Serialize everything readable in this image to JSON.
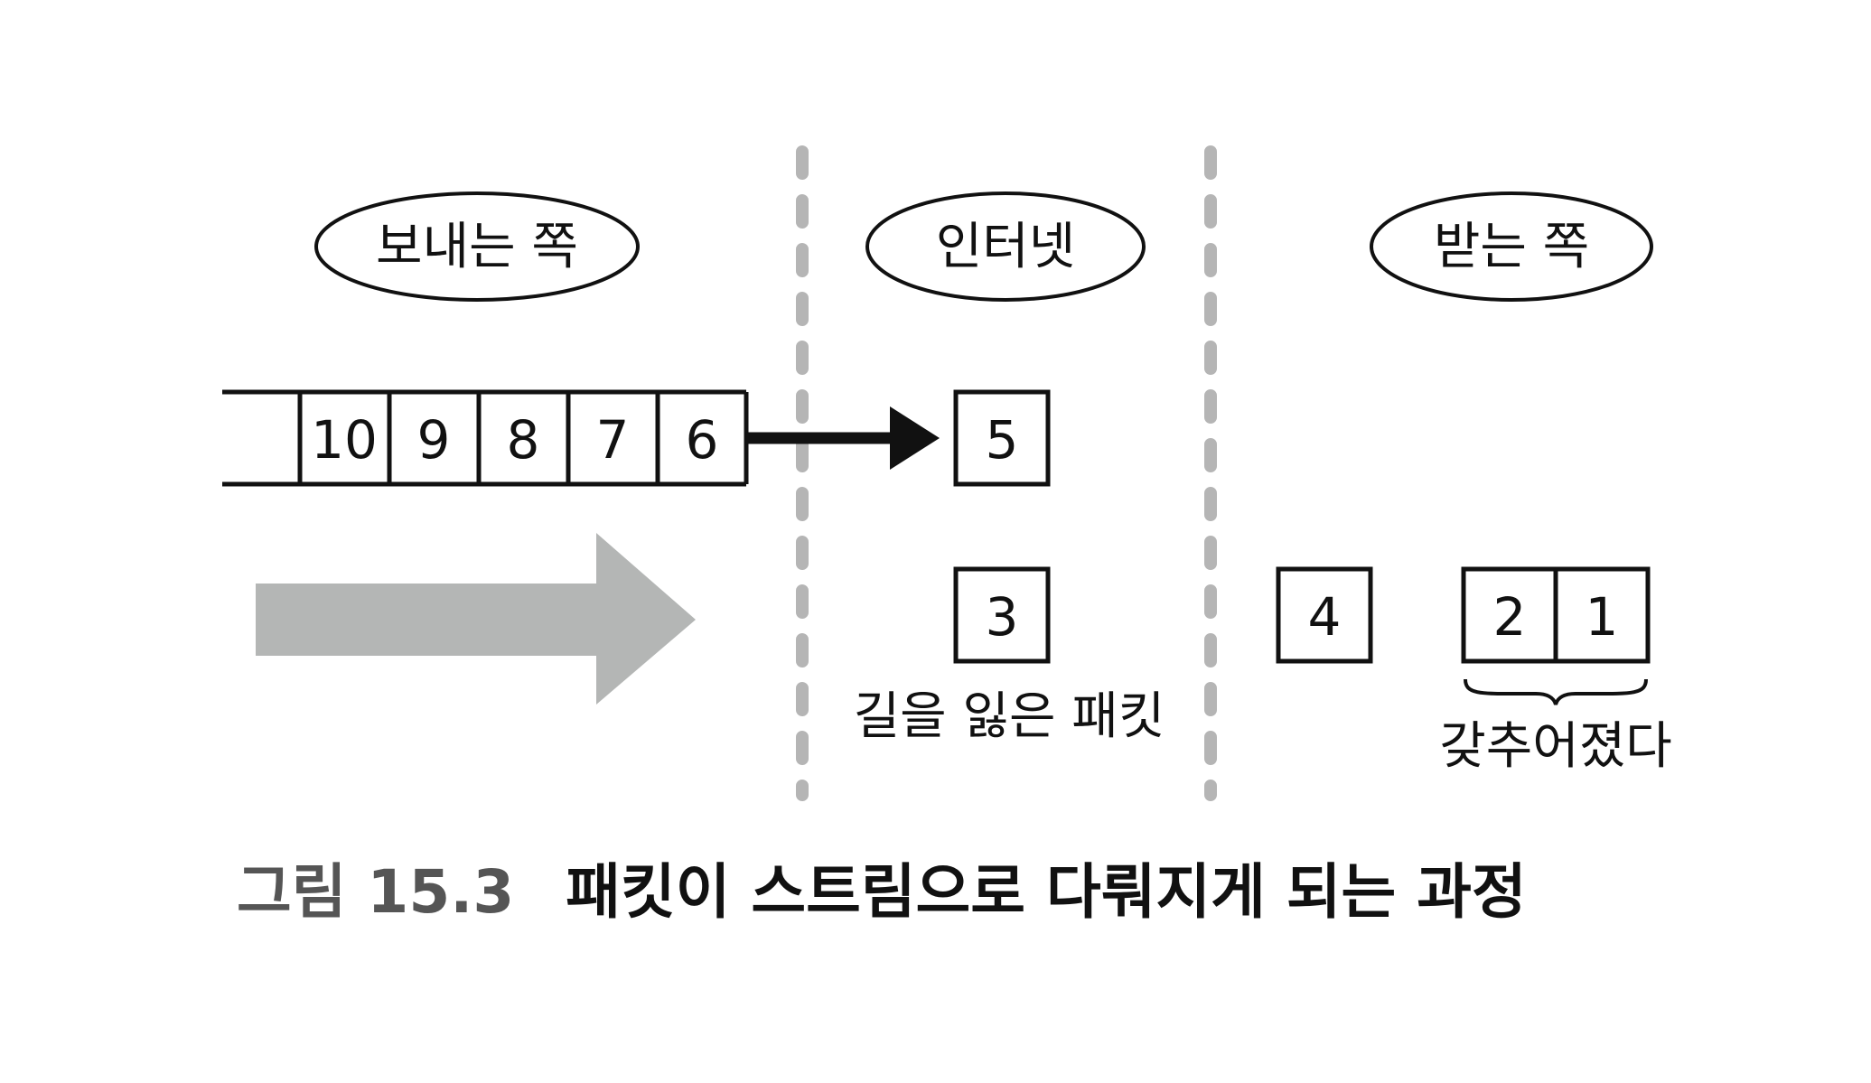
{
  "labels": {
    "sender": "보내는 쪽",
    "internet": "인터넷",
    "receiver": "받는 쪽"
  },
  "sender_queue": [
    "10",
    "9",
    "8",
    "7",
    "6"
  ],
  "internet_packets": {
    "in_transit": "5",
    "lost": "3",
    "lost_note": "길을 잃은 패킷"
  },
  "receiver_packets": {
    "pending": "4",
    "assembled": [
      "2",
      "1"
    ],
    "assembled_note": "갖추어졌다"
  },
  "caption": {
    "number": "그림 15.3",
    "text": "패킷이 스트림으로 다뤄지게 되는 과정"
  },
  "colors": {
    "ink": "#111111",
    "divider": "#b5b5b5",
    "big_arrow": "#b4b6b5",
    "caption_number": "#555555",
    "caption_text": "#111111"
  }
}
